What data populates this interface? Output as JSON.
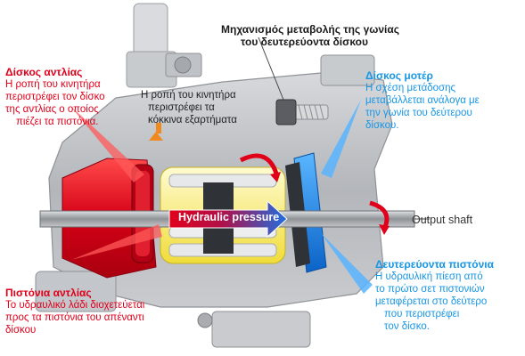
{
  "labels": {
    "angle_mechanism": {
      "line1": "Μηχανισμός μεταβολής της γωνίας",
      "line2": "του δευτερεύοντα δίσκου"
    },
    "pump_disk": {
      "title": "Δίσκος αντλίας",
      "line1": "Η ροπή του κινητήρα",
      "line2": "περιστρέφει τον δίσκο",
      "line3": "της αντλίας ο οποίος",
      "line4": "πιέζει τα πιστόνια."
    },
    "motor_torque": {
      "line1": "Η ροπή του κινητήρα",
      "line2": "περιστρέφει τα",
      "line3": "κόκκινα εξαρτήματα"
    },
    "motor_disk": {
      "title": "Δίσκος μοτέρ",
      "line1": "Η σχέση μετάδοσης",
      "line2": "μεταβάλλεται ανάλογα με",
      "line3": "την γωνία του δεύτερου",
      "line4": "δίσκου."
    },
    "hydraulic_pressure": "Hydraulic pressure",
    "output_shaft": "Output shaft",
    "secondary_pistons": {
      "title": "Δευτερεύοντα πιστόνια",
      "line1": "Η υδραυλική πίεση από",
      "line2": "το πρώτο σετ πιστονιών",
      "line3": "μεταφέρεται στο δεύτερο",
      "line4": "που περιστρέφει",
      "line5": "τον δίσκο."
    },
    "pump_pistons": {
      "title": "Πιστόνια αντλίας",
      "line1": "Το υδραυλικό λάδι διοχετεύεται",
      "line2": "προς τα πιστόνια του απέναντι",
      "line3": "δίσκου"
    }
  },
  "colors": {
    "pump_red": "#e1001a",
    "motor_blue": "#1796e6",
    "housing_gray": "#b9bcc0",
    "piston_yellow": "#f2e74a"
  }
}
